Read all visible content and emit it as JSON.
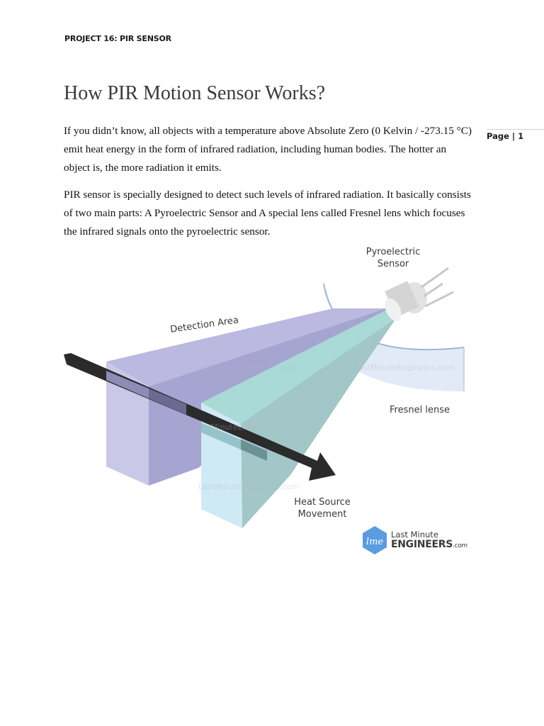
{
  "header": {
    "running_title": "PROJECT 16: PIR SENSOR"
  },
  "margin": {
    "page_label": "Page | 1"
  },
  "article": {
    "title": "How PIR Motion Sensor Works?",
    "paragraphs": [
      "If you didn’t know, all objects with a temperature above Absolute Zero (0 Kelvin / -273.15 °C) emit heat energy in the form of infrared radiation, including human bodies. The hotter an object is, the more radiation it emits.",
      "PIR sensor is specially designed to detect such levels of infrared radiation. It basically consists of two main parts: A Pyroelectric Sensor and A special lens called Fresnel lens which focuses the infrared signals onto the pyroelectric sensor."
    ]
  },
  "figure": {
    "labels": {
      "pyroelectric_line1": "Pyroelectric",
      "pyroelectric_line2": "Sensor",
      "detection_area": "Detection Area",
      "fresnel": "Fresnel lense",
      "heat_line1": "Heat Source",
      "heat_line2": "Movement"
    },
    "watermark": "LastMinuteEngineers.com",
    "colors": {
      "purple_light": "#c9c8e6",
      "purple_mid": "#a6a4d0",
      "purple_top": "#bbb9e0",
      "cyan_light": "#cfe9f5",
      "cyan_mid": "#a3c6c8",
      "cyan_top": "#a9dad6",
      "lens": "#dce6f4",
      "arrow": "#2b2b2b"
    }
  },
  "logo": {
    "line1": "Last Minute",
    "line2": "ENGINEERS",
    "suffix": ".com",
    "color": "#5b9be0"
  }
}
